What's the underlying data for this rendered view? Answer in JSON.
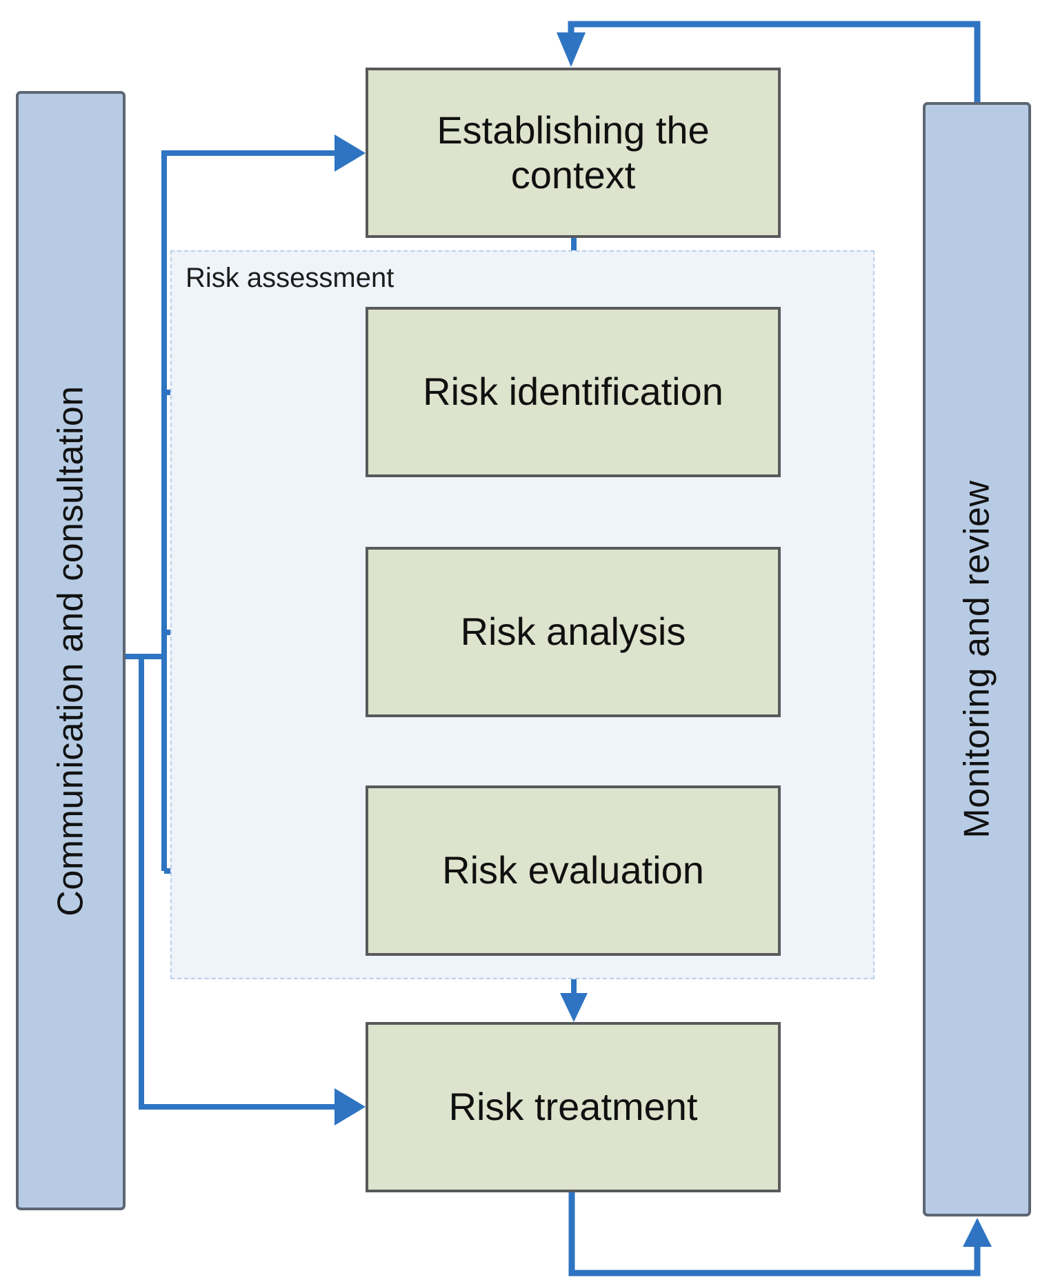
{
  "colors": {
    "arrow_blue": "#2e74c2",
    "process_box_fill": "#dde3cc",
    "process_box_border": "#58595b",
    "sidebar_fill": "#b7cce4",
    "sidebar_border": "#5d6673",
    "assessment_fill": "#eff3fa",
    "assessment_border": "#b9cfe8",
    "text": "#111111"
  },
  "sidebars": {
    "left": {
      "label": "Communication and consultation"
    },
    "right": {
      "label": "Monitoring and review"
    }
  },
  "assessment_group": {
    "label": "Risk assessment"
  },
  "process_boxes": [
    {
      "label": "Establishing the context"
    },
    {
      "label": "Risk identification"
    },
    {
      "label": "Risk analysis"
    },
    {
      "label": "Risk evaluation"
    },
    {
      "label": "Risk treatment"
    }
  ]
}
